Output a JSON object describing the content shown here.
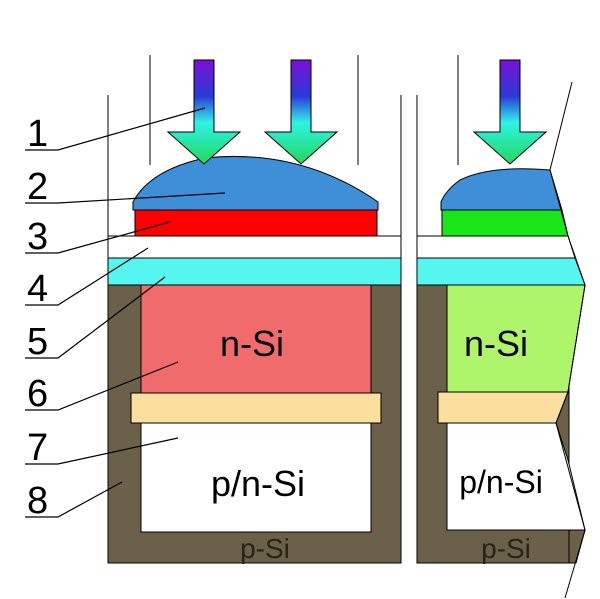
{
  "labels": [
    "1",
    "2",
    "3",
    "4",
    "5",
    "6",
    "7",
    "8"
  ],
  "regions": {
    "left_n": "n-Si",
    "left_pn": "p/n-Si",
    "left_p": "p-Si",
    "right_n": "n-Si",
    "right_pn": "p/n-Si",
    "right_p": "p-Si"
  },
  "colors": {
    "substrate": "#6b614a",
    "microlens": "#3f8ed8",
    "red_filter": "#ff0000",
    "green_filter": "#19e619",
    "cyan_layer": "#55f5f0",
    "n_si_left": "#f06b6b",
    "n_si_right": "#aff56b",
    "junction": "#fbdf9e",
    "arrow_top": "#7a10d8",
    "arrow_mid": "#2a3ad8",
    "arrow_low": "#2ff2e8",
    "arrow_bottom": "#22d85a"
  }
}
